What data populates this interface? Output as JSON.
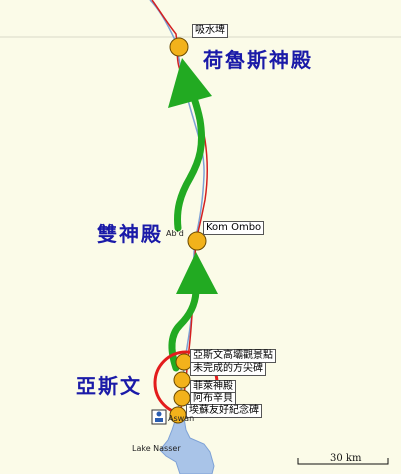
{
  "cities": {
    "kom_ombo_big": "雙神殿",
    "edfu_big": "荷魯斯神殿",
    "aswan_big": "亞斯文"
  },
  "labels": {
    "edfu": "吸水埤",
    "kom_ombo": "Kom Ombo",
    "kom_ombo_small": "Ab'd",
    "aswan1": "亞斯文高壩觀景點",
    "aswan2": "未完成的方尖碑",
    "aswan3": "菲萊神殿",
    "aswan4": "阿布辛貝",
    "aswan5": "埃蘇友好紀念碑",
    "aswan_small": "Aswan",
    "lake": "Lake Nasser"
  },
  "scale": {
    "label": "30 km"
  },
  "colors": {
    "background": "#fbfbe8",
    "river": "#a9c4e8",
    "route_red": "#d42020",
    "arrow_green": "#22aa22",
    "marker_fill": "#f2b21b",
    "title_blue": "#1a1aa8"
  }
}
